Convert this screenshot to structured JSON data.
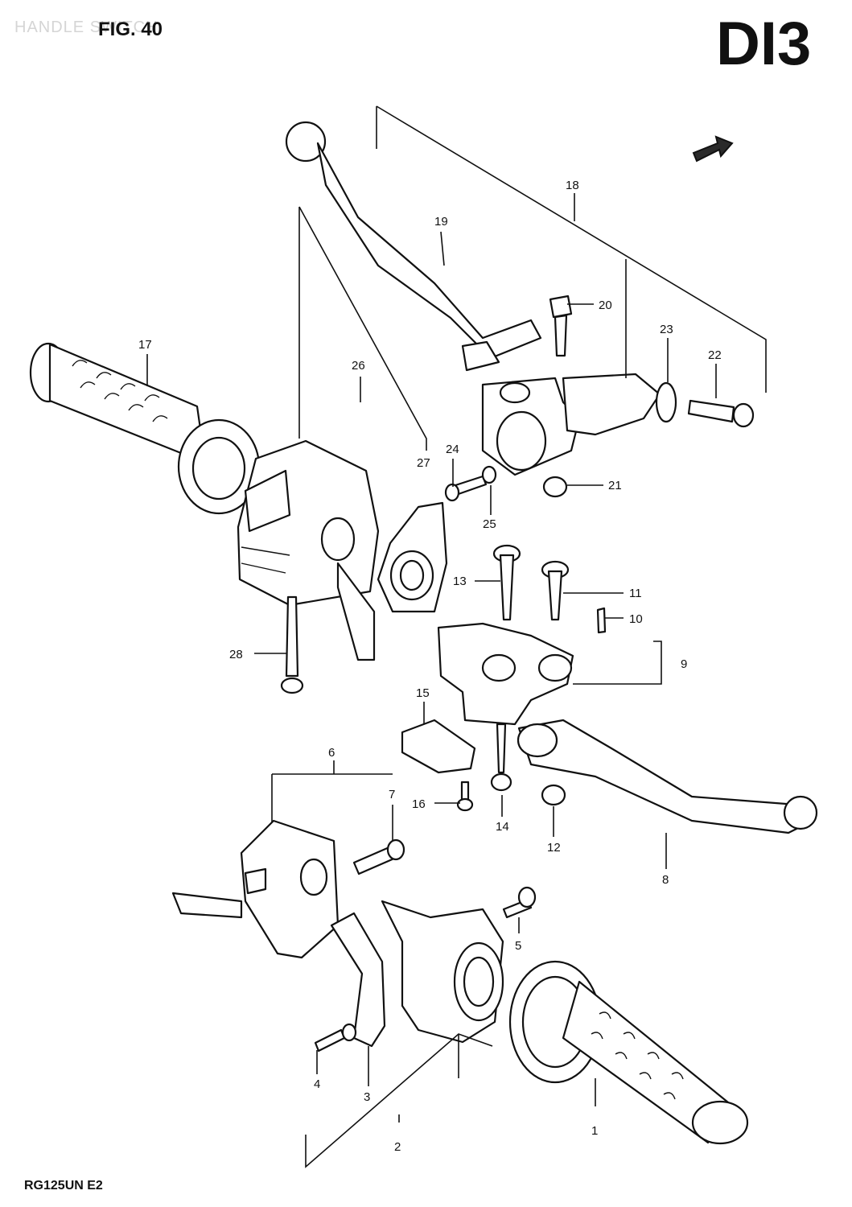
{
  "header": {
    "title": "HANDLE SWITCH",
    "figure": "FIG. 40",
    "page_code": "DI3"
  },
  "footer": {
    "model": "RG125UN E2"
  },
  "part_numbers": [
    "1",
    "2",
    "3",
    "4",
    "5",
    "6",
    "7",
    "8",
    "9",
    "10",
    "11",
    "12",
    "13",
    "14",
    "15",
    "16",
    "17",
    "18",
    "19",
    "20",
    "21",
    "22",
    "23",
    "24",
    "25",
    "26",
    "27",
    "28"
  ]
}
